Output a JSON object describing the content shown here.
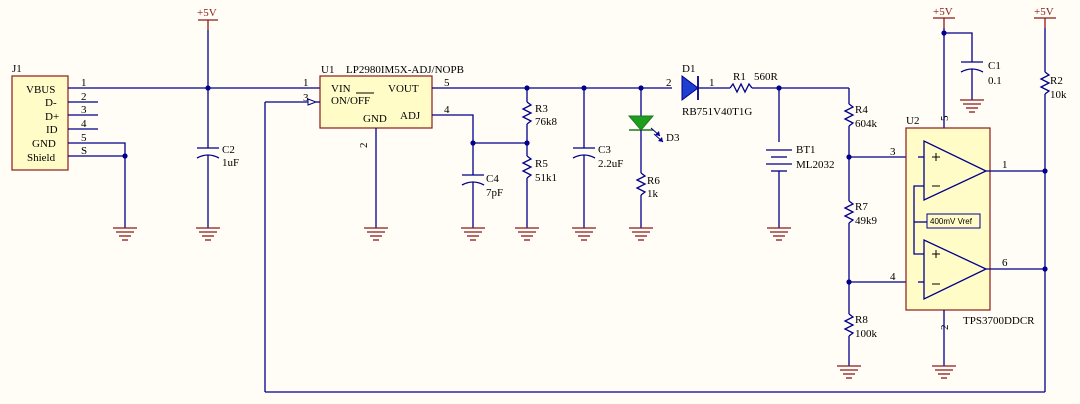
{
  "power_label": "+5V",
  "j1": {
    "ref": "J1",
    "pins": [
      "VBUS",
      "D-",
      "D+",
      "ID",
      "GND",
      "Shield"
    ],
    "pin_numbers": [
      "1",
      "2",
      "3",
      "4",
      "5",
      "S"
    ]
  },
  "c2": {
    "ref": "C2",
    "value": "1uF"
  },
  "u1": {
    "ref": "U1",
    "part": "LP2980IM5X-ADJ/NOPB",
    "vin": "VIN",
    "on_off": "ON/OFF",
    "vout": "VOUT",
    "gnd": "GND",
    "adj": "ADJ",
    "pin1": "1",
    "pin2": "2",
    "pin3": "3",
    "pin4": "4",
    "pin5": "5"
  },
  "c4": {
    "ref": "C4",
    "value": "7pF"
  },
  "r3": {
    "ref": "R3",
    "value": "76k8"
  },
  "r5": {
    "ref": "R5",
    "value": "51k1"
  },
  "c3": {
    "ref": "C3",
    "value": "2.2uF"
  },
  "d3": {
    "ref": "D3"
  },
  "r6": {
    "ref": "R6",
    "value": "1k"
  },
  "d1": {
    "ref": "D1",
    "part": "RB751V40T1G",
    "pin2": "2",
    "pin1": "1"
  },
  "r1": {
    "ref": "R1",
    "value": "560R"
  },
  "bt1": {
    "ref": "BT1",
    "value": "ML2032"
  },
  "c1": {
    "ref": "C1",
    "value": "0.1"
  },
  "r2": {
    "ref": "R2",
    "value": "10k"
  },
  "r4": {
    "ref": "R4",
    "value": "604k"
  },
  "r7": {
    "ref": "R7",
    "value": "49k9"
  },
  "r8": {
    "ref": "R8",
    "value": "100k"
  },
  "u2": {
    "ref": "U2",
    "part": "TPS3700DDCR",
    "vref": "400mV Vref",
    "pin1": "1",
    "pin2": "2",
    "pin3": "3",
    "pin4": "4",
    "pin5": "5",
    "pin6": "6"
  }
}
